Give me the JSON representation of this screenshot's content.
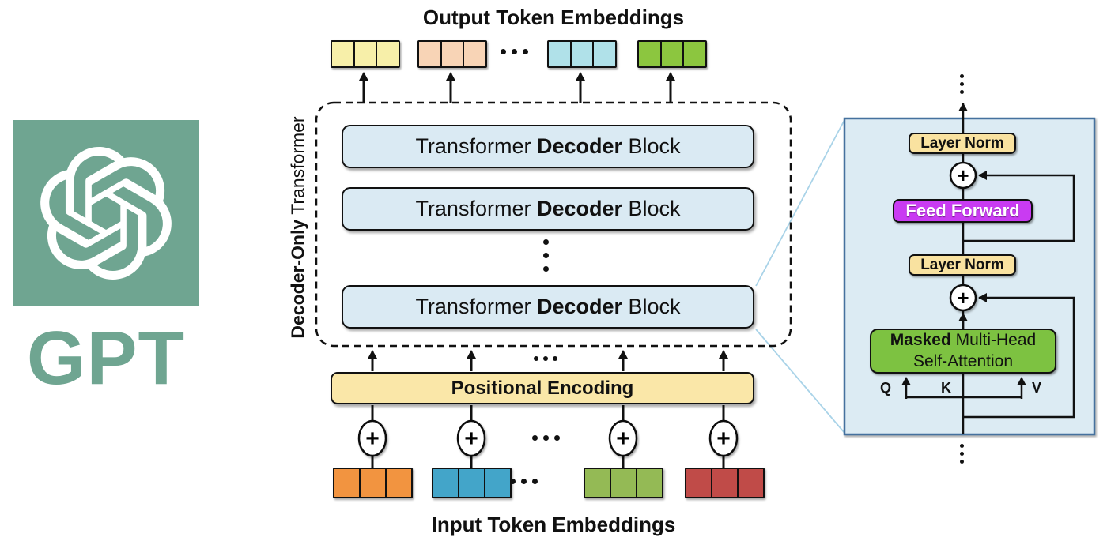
{
  "logo": {
    "text": "GPT",
    "mark": "openai-logo"
  },
  "diagram": {
    "output_title": "Output Token Embeddings",
    "input_title": "Input Token Embeddings",
    "side_label": {
      "bold": "Decoder-Only",
      "regular": " Transformer"
    },
    "decoder_block": {
      "pre": "Transformer ",
      "bold": "Decoder",
      "post": " Block"
    },
    "positional_encoding": "Positional Encoding",
    "plus_symbol": "+"
  },
  "detail_panel": {
    "layer_norm_top": "Layer Norm",
    "layer_norm_bottom": "Layer Norm",
    "feed_forward": "Feed Forward",
    "attention": {
      "bold": "Masked",
      "rest": " Multi-Head",
      "line2": "Self-Attention"
    },
    "q_label": "Q",
    "k_label": "K",
    "v_label": "V",
    "plus_symbol": "+"
  },
  "colors": {
    "logo_green": "#6FA591",
    "ink": "#111111",
    "decoder_block_fill": "#DAEAF3",
    "panel_fill": "#DCEBF3",
    "panel_border": "#44719E",
    "positional_fill": "#FAE7A8",
    "layer_norm_fill": "#F9E2A0",
    "feed_forward_fill": "#C93BF2",
    "attention_fill": "#7DC241",
    "magnifier_line": "#A9D3E8",
    "output_tokens": [
      "#F7EFA9",
      "#F8D4B6",
      "#B0E1E9",
      "#8CC63F"
    ],
    "input_tokens": [
      "#F29440",
      "#43A5C9",
      "#94BA55",
      "#C04B48"
    ]
  }
}
